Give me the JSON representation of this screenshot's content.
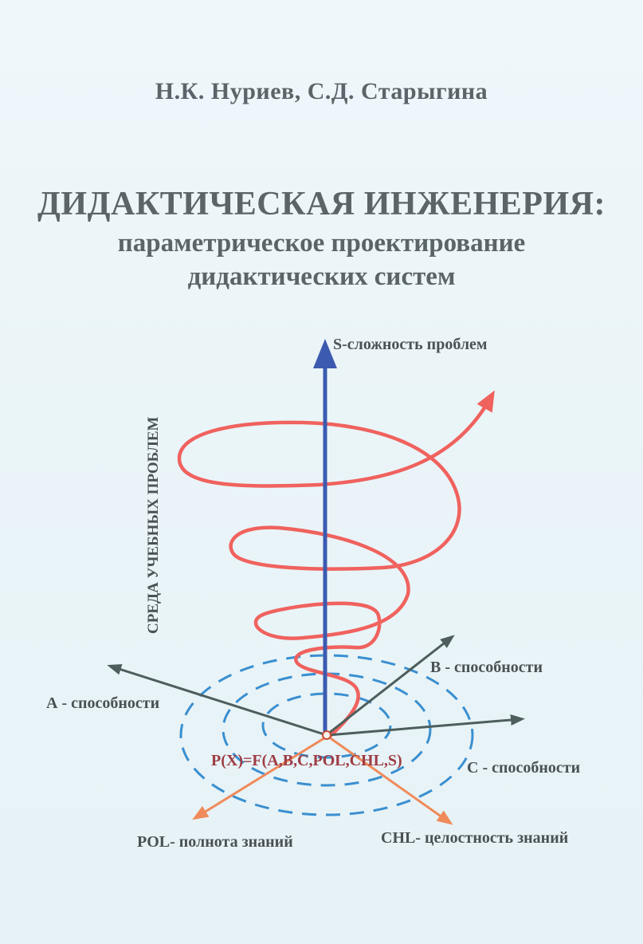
{
  "cover": {
    "authors": "Н.К. Нуриев, С.Д. Старыгина",
    "title": "ДИДАКТИЧЕСКАЯ ИНЖЕНЕРИЯ:",
    "subtitle_line1": "параметрическое проектирование",
    "subtitle_line2": "дидактических систем"
  },
  "diagram": {
    "labels": {
      "s_axis": "S-сложность проблем",
      "environment": "СРЕДА УЧЕБНЫХ ПРОБЛЕМ",
      "a_axis": "А - способности",
      "b_axis": "B - способности",
      "c_axis": "C - способности",
      "formula": "P(X)=F(A,B,C,POL,CHL,S)",
      "pol_axis": "POL- полнота знаний",
      "chl_axis": "CHL- целостность знаний"
    },
    "colors": {
      "text": "#5b6469",
      "s_axis": "#3c5bb0",
      "abc_axes": "#4d5e5c",
      "spiral": "#f0625e",
      "rings": "#3a8fd0",
      "orange_axes": "#f08a5a",
      "formula": "#9e3c44"
    }
  }
}
